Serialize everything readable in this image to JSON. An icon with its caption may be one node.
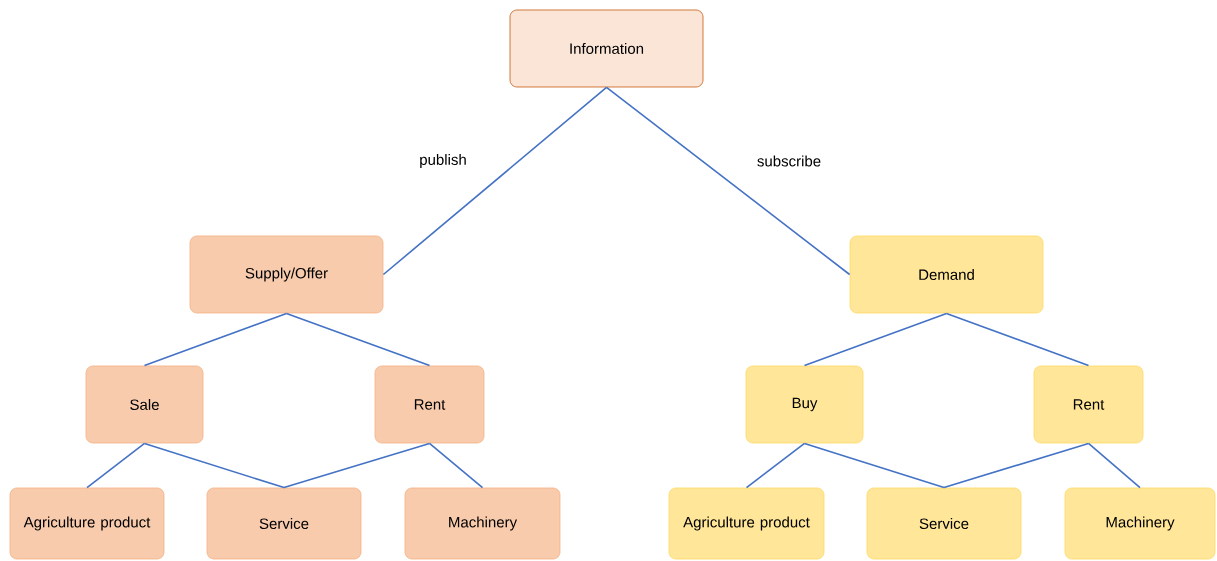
{
  "diagram": {
    "nodes": [
      {
        "text": [
          "Information"
        ]
      },
      {
        "text": [
          "Supply/Offer"
        ]
      },
      {
        "text": [
          "Demand"
        ]
      },
      {
        "text": [
          "Sale"
        ]
      },
      {
        "text": [
          "Rent"
        ]
      },
      {
        "text": [
          "Buy"
        ]
      },
      {
        "text": [
          "Rent"
        ]
      },
      {
        "text": [
          "Agriculture product"
        ]
      },
      {
        "text": [
          "Service"
        ]
      },
      {
        "text": [
          "Machinery"
        ]
      },
      {
        "text": [
          "Agriculture product"
        ]
      },
      {
        "text": [
          "Service"
        ]
      },
      {
        "text": [
          "Machinery"
        ]
      }
    ],
    "edges": [
      {
        "from": 0,
        "to": 1,
        "arrow": "none",
        "label": "publish"
      },
      {
        "from": 0,
        "to": 2,
        "arrow": "none",
        "label": "subscribe"
      },
      {
        "from": 1,
        "to": 3,
        "arrow": "none"
      },
      {
        "from": 1,
        "to": 4,
        "arrow": "none"
      },
      {
        "from": 3,
        "to": 7,
        "arrow": "none"
      },
      {
        "from": 3,
        "to": 8,
        "arrow": "none"
      },
      {
        "from": 4,
        "to": 8,
        "arrow": "none"
      },
      {
        "from": 4,
        "to": 9,
        "arrow": "none"
      },
      {
        "from": 2,
        "to": 5,
        "arrow": "none"
      },
      {
        "from": 2,
        "to": 6,
        "arrow": "none"
      },
      {
        "from": 5,
        "to": 10,
        "arrow": "none"
      },
      {
        "from": 5,
        "to": 11,
        "arrow": "none"
      },
      {
        "from": 6,
        "to": 11,
        "arrow": "none"
      },
      {
        "from": 6,
        "to": 12,
        "arrow": "none"
      }
    ]
  }
}
